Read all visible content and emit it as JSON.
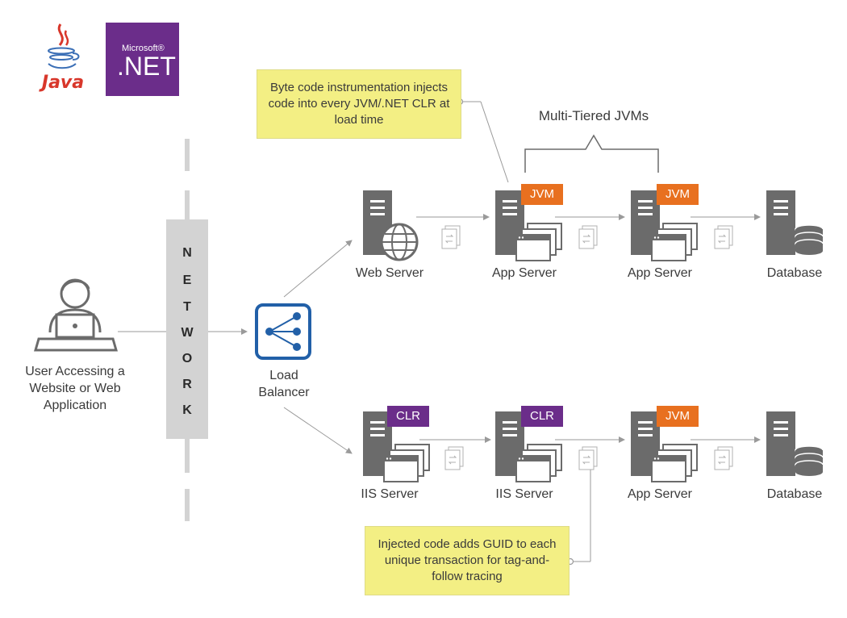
{
  "logos": {
    "java_text": "Java",
    "dotnet_small": "Microsoft®",
    "dotnet_big": ".NET"
  },
  "network_letters": [
    "N",
    "E",
    "T",
    "W",
    "O",
    "R",
    "K"
  ],
  "notes": {
    "top": "Byte code instrumentation injects code into every JVM/.NET CLR at load time",
    "bottom": "Injected code adds GUID to each unique transaction for tag-and-follow tracing"
  },
  "group_label": "Multi-Tiered JVMs",
  "user": {
    "label": "User Accessing a Website or Web Application"
  },
  "load_balancer": {
    "label": "Load Balancer"
  },
  "top_row": [
    {
      "label": "Web Server",
      "badge": ""
    },
    {
      "label": "App Server",
      "badge": "JVM"
    },
    {
      "label": "App Server",
      "badge": "JVM"
    },
    {
      "label": "Database",
      "badge": ""
    }
  ],
  "bottom_row": [
    {
      "label": "IIS Server",
      "badge": "CLR"
    },
    {
      "label": "IIS Server",
      "badge": "CLR"
    },
    {
      "label": "App Server",
      "badge": "JVM"
    },
    {
      "label": "Database",
      "badge": ""
    }
  ],
  "colors": {
    "jvm": "#e8701f",
    "clr": "#6b2d8a",
    "note": "#f3ef84",
    "server": "#6b6b6b",
    "lb": "#2260a8",
    "network": "#d3d3d3"
  }
}
